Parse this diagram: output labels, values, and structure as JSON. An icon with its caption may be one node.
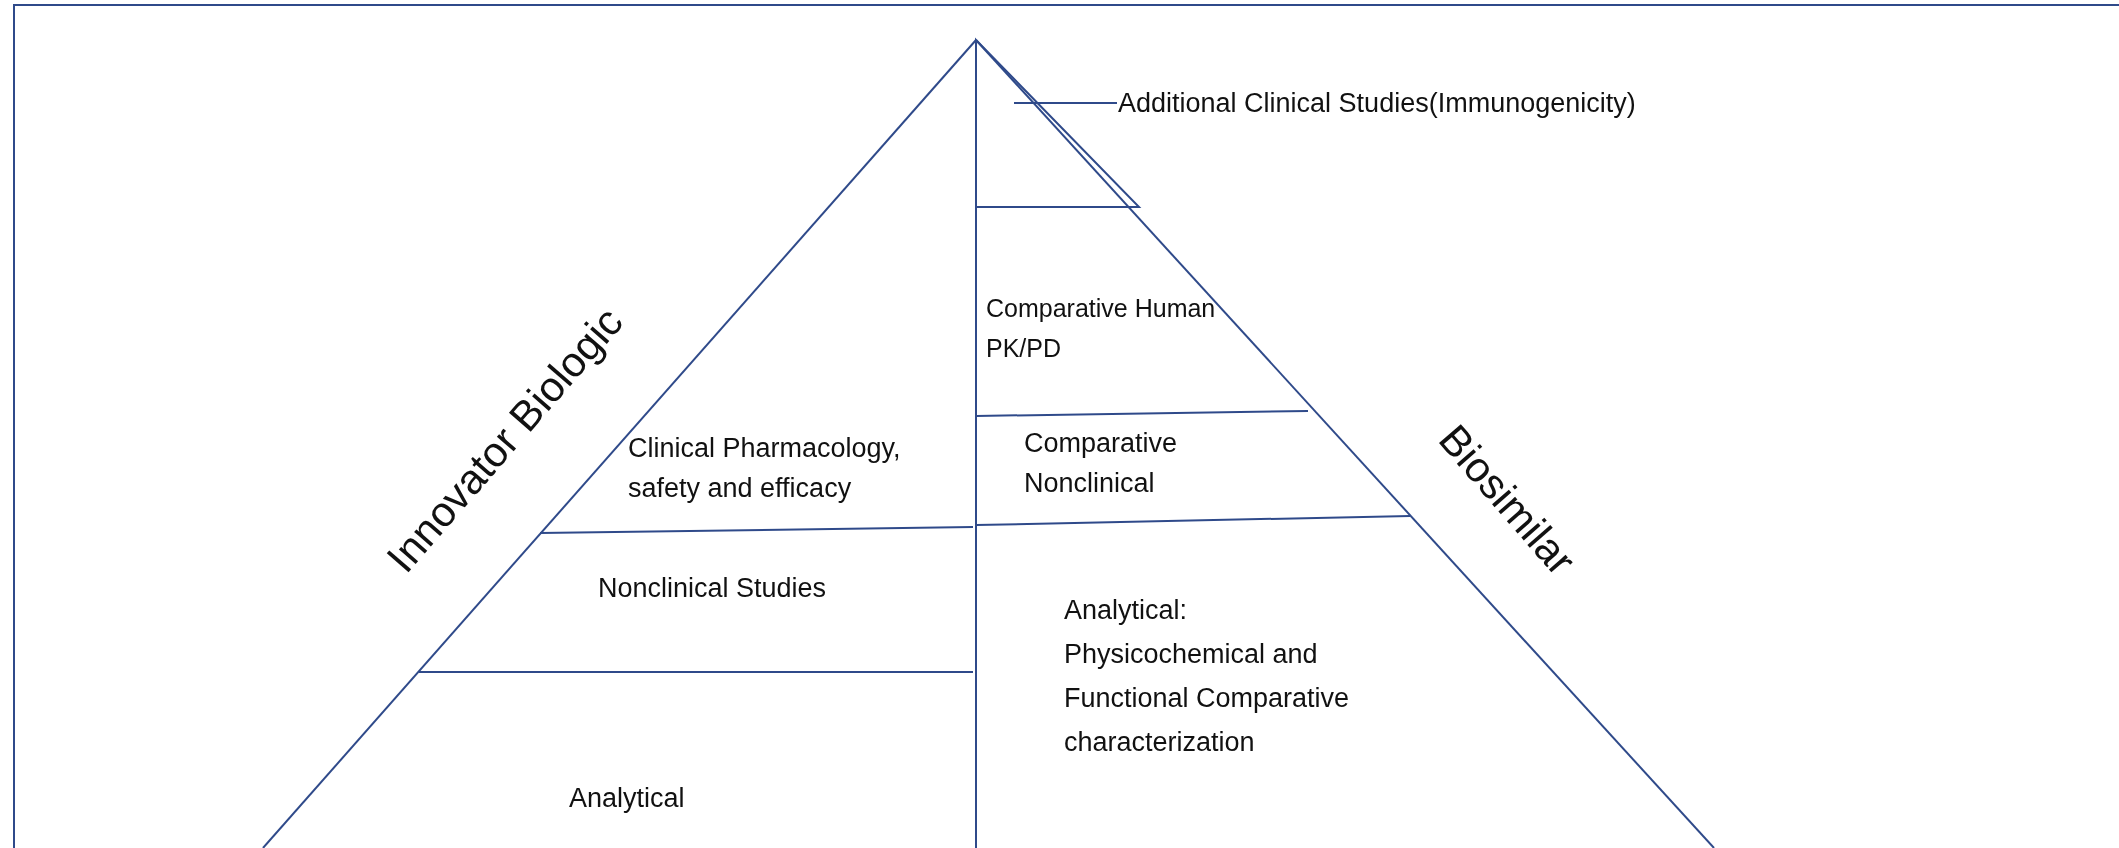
{
  "diagram": {
    "nodes": [
      {
        "text": [
          "Additional Clinical Studies(Immunogenicity)"
        ]
      },
      {
        "text": [],
        "shape": "triangle"
      }
    ],
    "edges": [
      {
        "from": 0,
        "to": 1,
        "arrow": "none"
      }
    ],
    "labels": [
      "Comparative Human PK/PD",
      "Innovator Biologic",
      "Clinical Pharmacology, safety and efficacy",
      "Comparative Nonclinical",
      "Biosimilar",
      "Nonclinical Studies",
      "Analytical: Physicochemical and Functional Comparative characterization",
      "Analytical"
    ]
  }
}
